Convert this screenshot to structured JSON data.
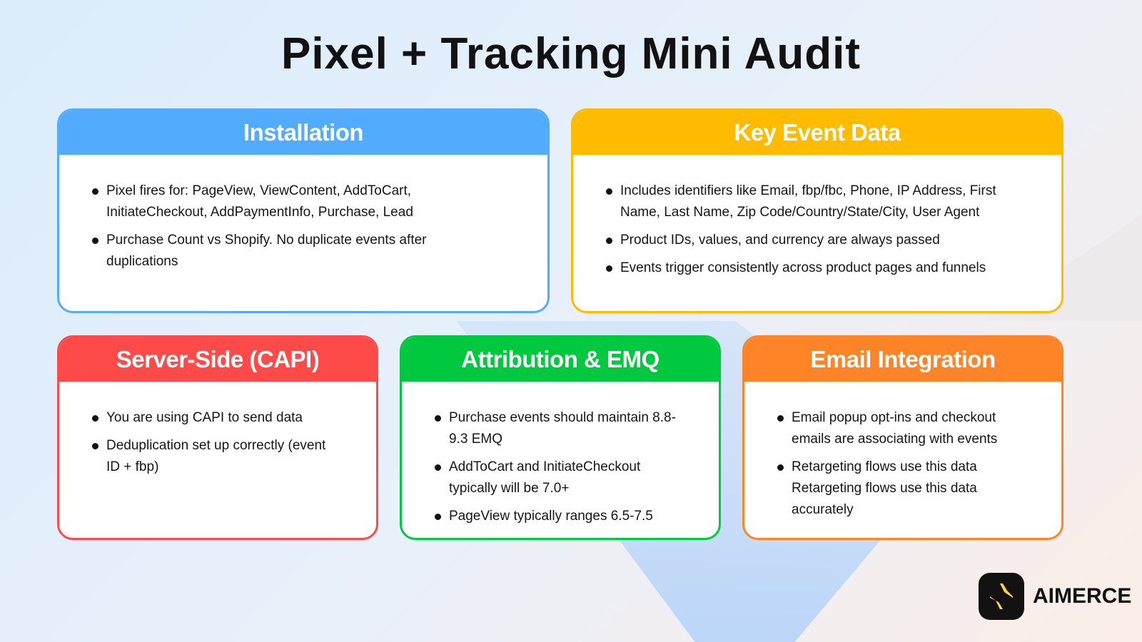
{
  "title": "Pixel + Tracking Mini Audit",
  "colors": {
    "installation": "#53abff",
    "key_event_data": "#ffbb00",
    "server_side": "#ff4a4a",
    "attribution": "#00c93f",
    "email": "#ff8427"
  },
  "cards": {
    "installation": {
      "title": "Installation",
      "items": [
        "Pixel fires for: PageView, ViewContent, AddToCart, InitiateCheckout, AddPaymentInfo, Purchase, Lead",
        "Purchase Count vs Shopify. No duplicate events after duplications"
      ]
    },
    "key_event_data": {
      "title": "Key Event Data",
      "items": [
        "Includes identifiers like Email, fbp/fbc, Phone, IP Address, First Name, Last Name, Zip Code/Country/State/City, User Agent",
        "Product IDs, values, and currency are always passed",
        "Events trigger consistently across product pages and funnels"
      ]
    },
    "server_side": {
      "title": "Server-Side (CAPI)",
      "items": [
        "You are using CAPI to send data",
        "Deduplication set up correctly (event ID + fbp)"
      ]
    },
    "attribution": {
      "title": "Attribution & EMQ",
      "items": [
        "Purchase events should maintain 8.8-9.3 EMQ",
        "AddToCart and InitiateCheckout typically will be 7.0+",
        "PageView typically ranges 6.5-7.5"
      ]
    },
    "email": {
      "title": "Email Integration",
      "items": [
        "Email popup opt-ins and checkout emails are associating with events",
        "Retargeting flows use this data Retargeting flows use this data accurately"
      ]
    }
  },
  "logo": {
    "icon": "aimerce-logo-icon",
    "text": "AIMERCE"
  }
}
